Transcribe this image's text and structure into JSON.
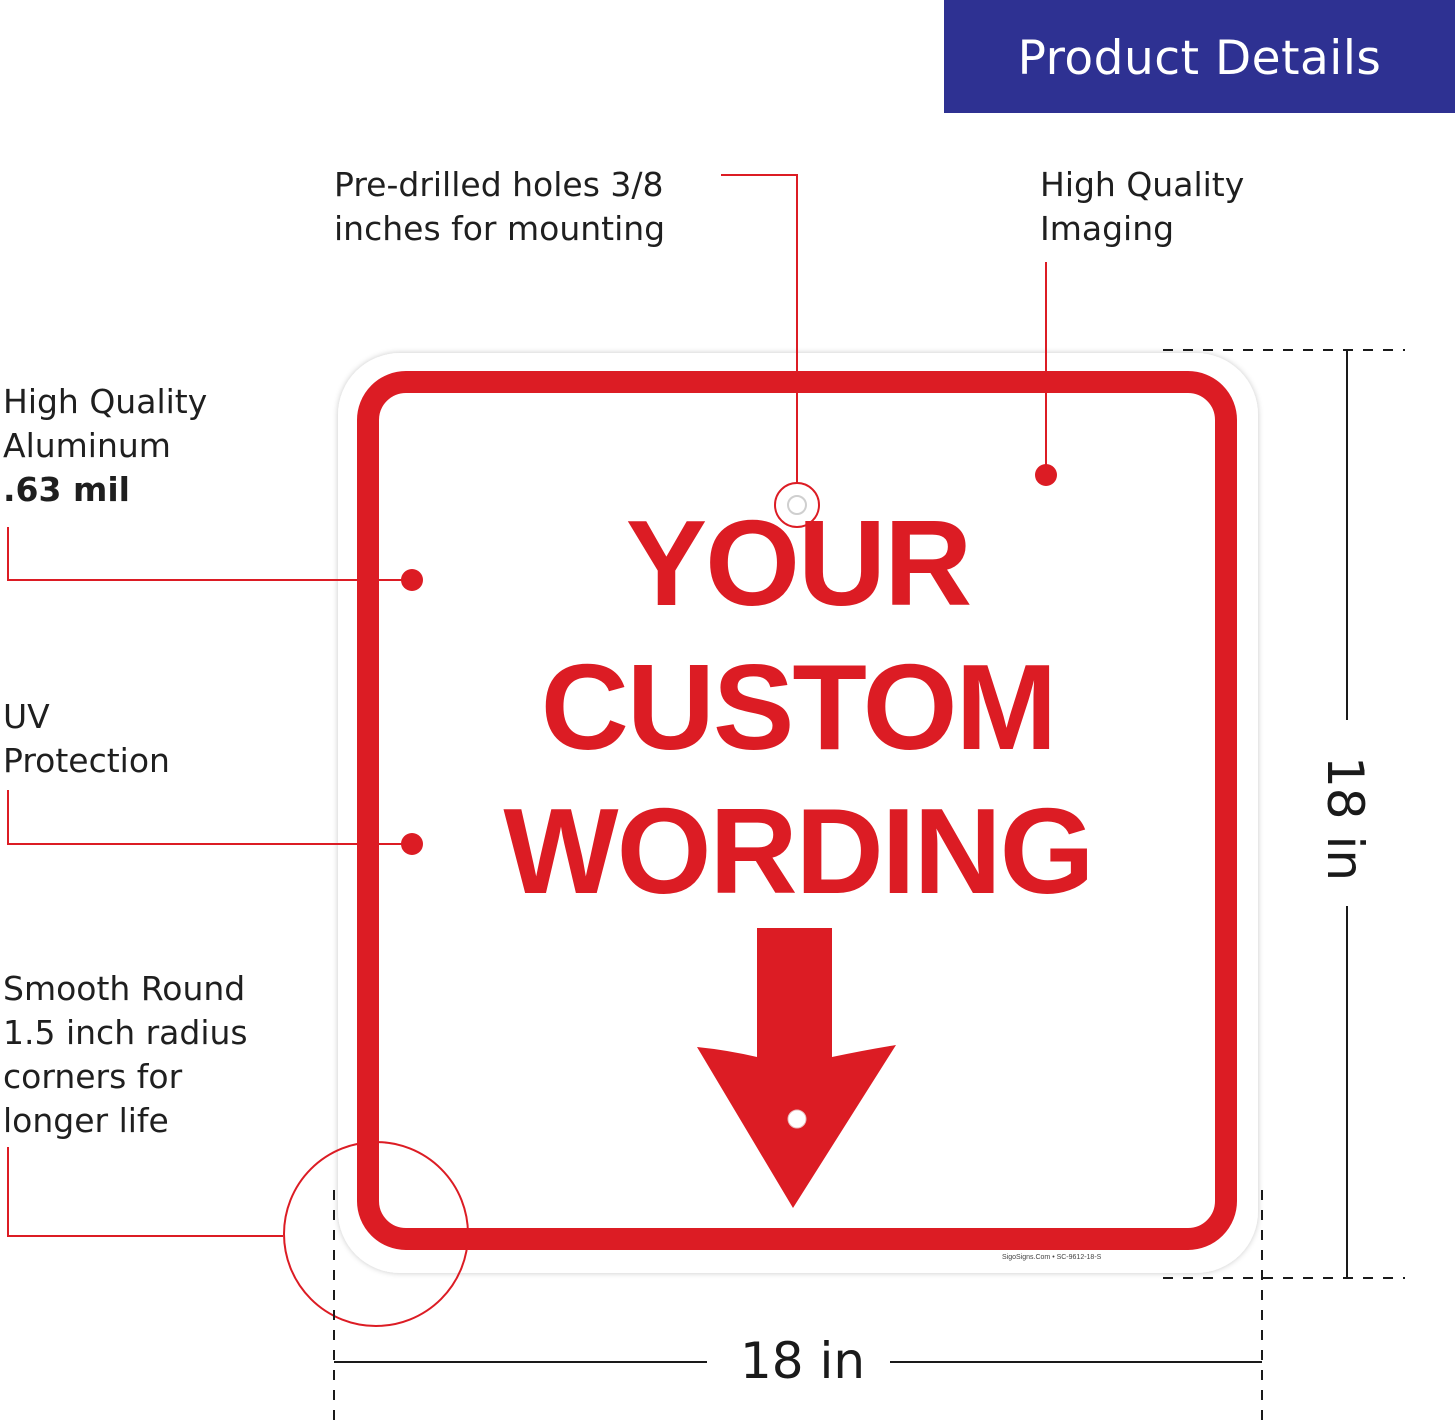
{
  "header": {
    "title": "Product Details"
  },
  "features": {
    "holes": [
      "Pre-drilled holes 3/8",
      "inches for mounting"
    ],
    "imaging": [
      "High Quality",
      "Imaging"
    ],
    "aluminum": [
      "High Quality",
      "Aluminum",
      ".63 mil"
    ],
    "uv": [
      "UV",
      "Protection"
    ],
    "corners": [
      "Smooth Round",
      "1.5 inch radius",
      "corners for",
      "longer life"
    ]
  },
  "sign": {
    "lines": [
      "YOUR",
      "CUSTOM",
      "WORDING"
    ],
    "arrow_icon": "arrow-down-icon",
    "imprint": "SigoSigns.Com • SC-9612-18-S"
  },
  "dimensions": {
    "width": "18 in",
    "height": "18 in"
  },
  "colors": {
    "accent": "#dc1c24",
    "banner": "#2e3192"
  }
}
